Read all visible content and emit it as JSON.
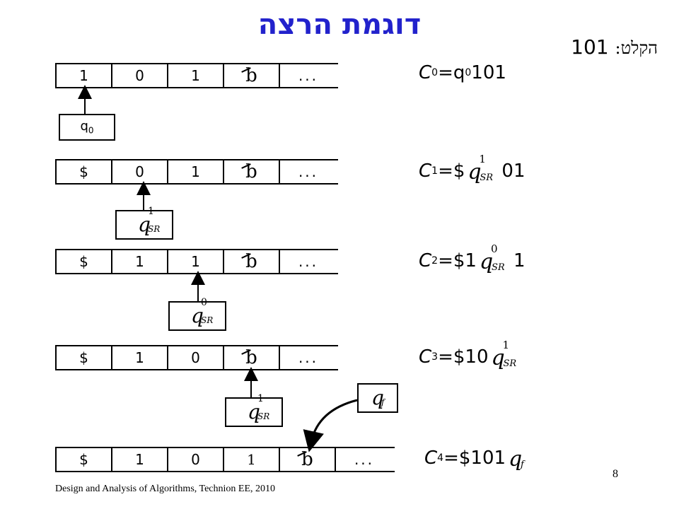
{
  "title": "דוגמת הרצה",
  "input": {
    "label": "הקלט:",
    "value": "101"
  },
  "tapes": [
    {
      "cells": [
        "1",
        "0",
        "1",
        "b",
        "..."
      ]
    },
    {
      "cells": [
        "$",
        "0",
        "1",
        "b",
        "..."
      ]
    },
    {
      "cells": [
        "$",
        "1",
        "1",
        "b",
        "..."
      ]
    },
    {
      "cells": [
        "$",
        "1",
        "0",
        "b",
        "..."
      ]
    },
    {
      "cells": [
        "$",
        "1",
        "0",
        "1",
        "b",
        "..."
      ]
    }
  ],
  "heads": [
    {
      "q": "q",
      "sup": "",
      "sub": "0"
    },
    {
      "q": "q",
      "sup": "1",
      "sub": "SR"
    },
    {
      "q": "q",
      "sup": "0",
      "sub": "SR"
    },
    {
      "q": "q",
      "sup": "1",
      "sub": "SR"
    },
    {
      "q": "q",
      "sup": "",
      "sub": "f"
    }
  ],
  "configs": [
    {
      "c": "C",
      "idx": "0",
      "before": "=q",
      "before_sub": "0",
      "after": "101"
    },
    {
      "c": "C",
      "idx": "1",
      "before": "=$",
      "state_sup": "1",
      "state_sub": "SR",
      "after": "01"
    },
    {
      "c": "C",
      "idx": "2",
      "before": "=$1",
      "state_sup": "0",
      "state_sub": "SR",
      "after": "1"
    },
    {
      "c": "C",
      "idx": "3",
      "before": "=$10",
      "state_sup": "1",
      "state_sub": "SR",
      "after": ""
    },
    {
      "c": "C",
      "idx": "4",
      "before": "=$101",
      "state_sup": "",
      "state_sub": "f",
      "after": ""
    }
  ],
  "footer": "Design and Analysis of Algorithms, Technion EE, 2010",
  "page_number": "8",
  "colors": {
    "title": "#2222cc",
    "line": "#000000"
  }
}
